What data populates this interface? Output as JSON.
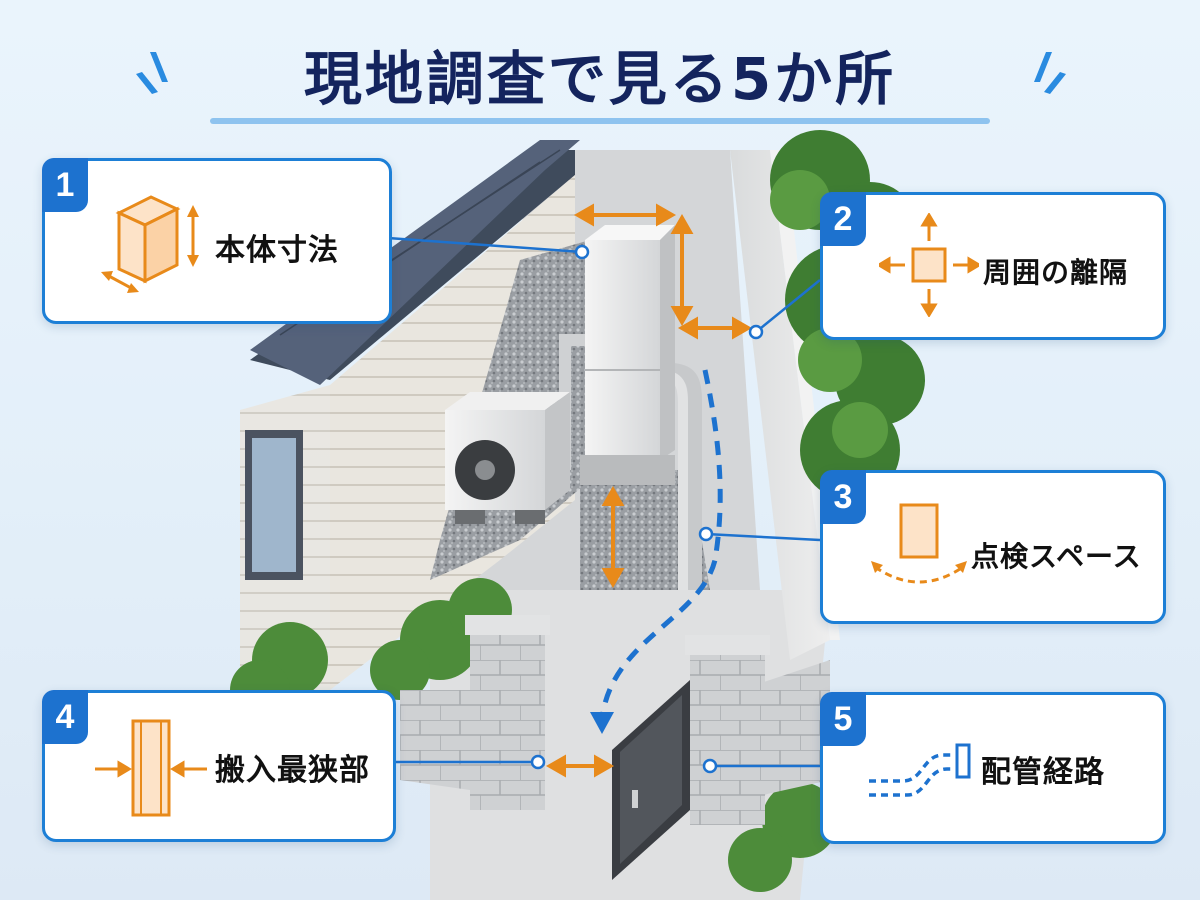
{
  "title": "現地調査で見る5か所",
  "items": [
    {
      "number": "1",
      "label": "本体寸法",
      "icon": "box-dimension-icon"
    },
    {
      "number": "2",
      "label": "周囲の離隔",
      "icon": "clearance-arrows-icon"
    },
    {
      "number": "3",
      "label": "点検スペース",
      "icon": "inspection-space-icon"
    },
    {
      "number": "4",
      "label": "搬入最狭部",
      "icon": "narrowest-path-icon"
    },
    {
      "number": "5",
      "label": "配管経路",
      "icon": "piping-route-icon"
    }
  ],
  "colors": {
    "title": "#14245e",
    "accent_blue": "#1d7fd6",
    "badge_blue": "#1d72cf",
    "orange": "#e88a1a",
    "icon_fill": "#fde3c8"
  }
}
